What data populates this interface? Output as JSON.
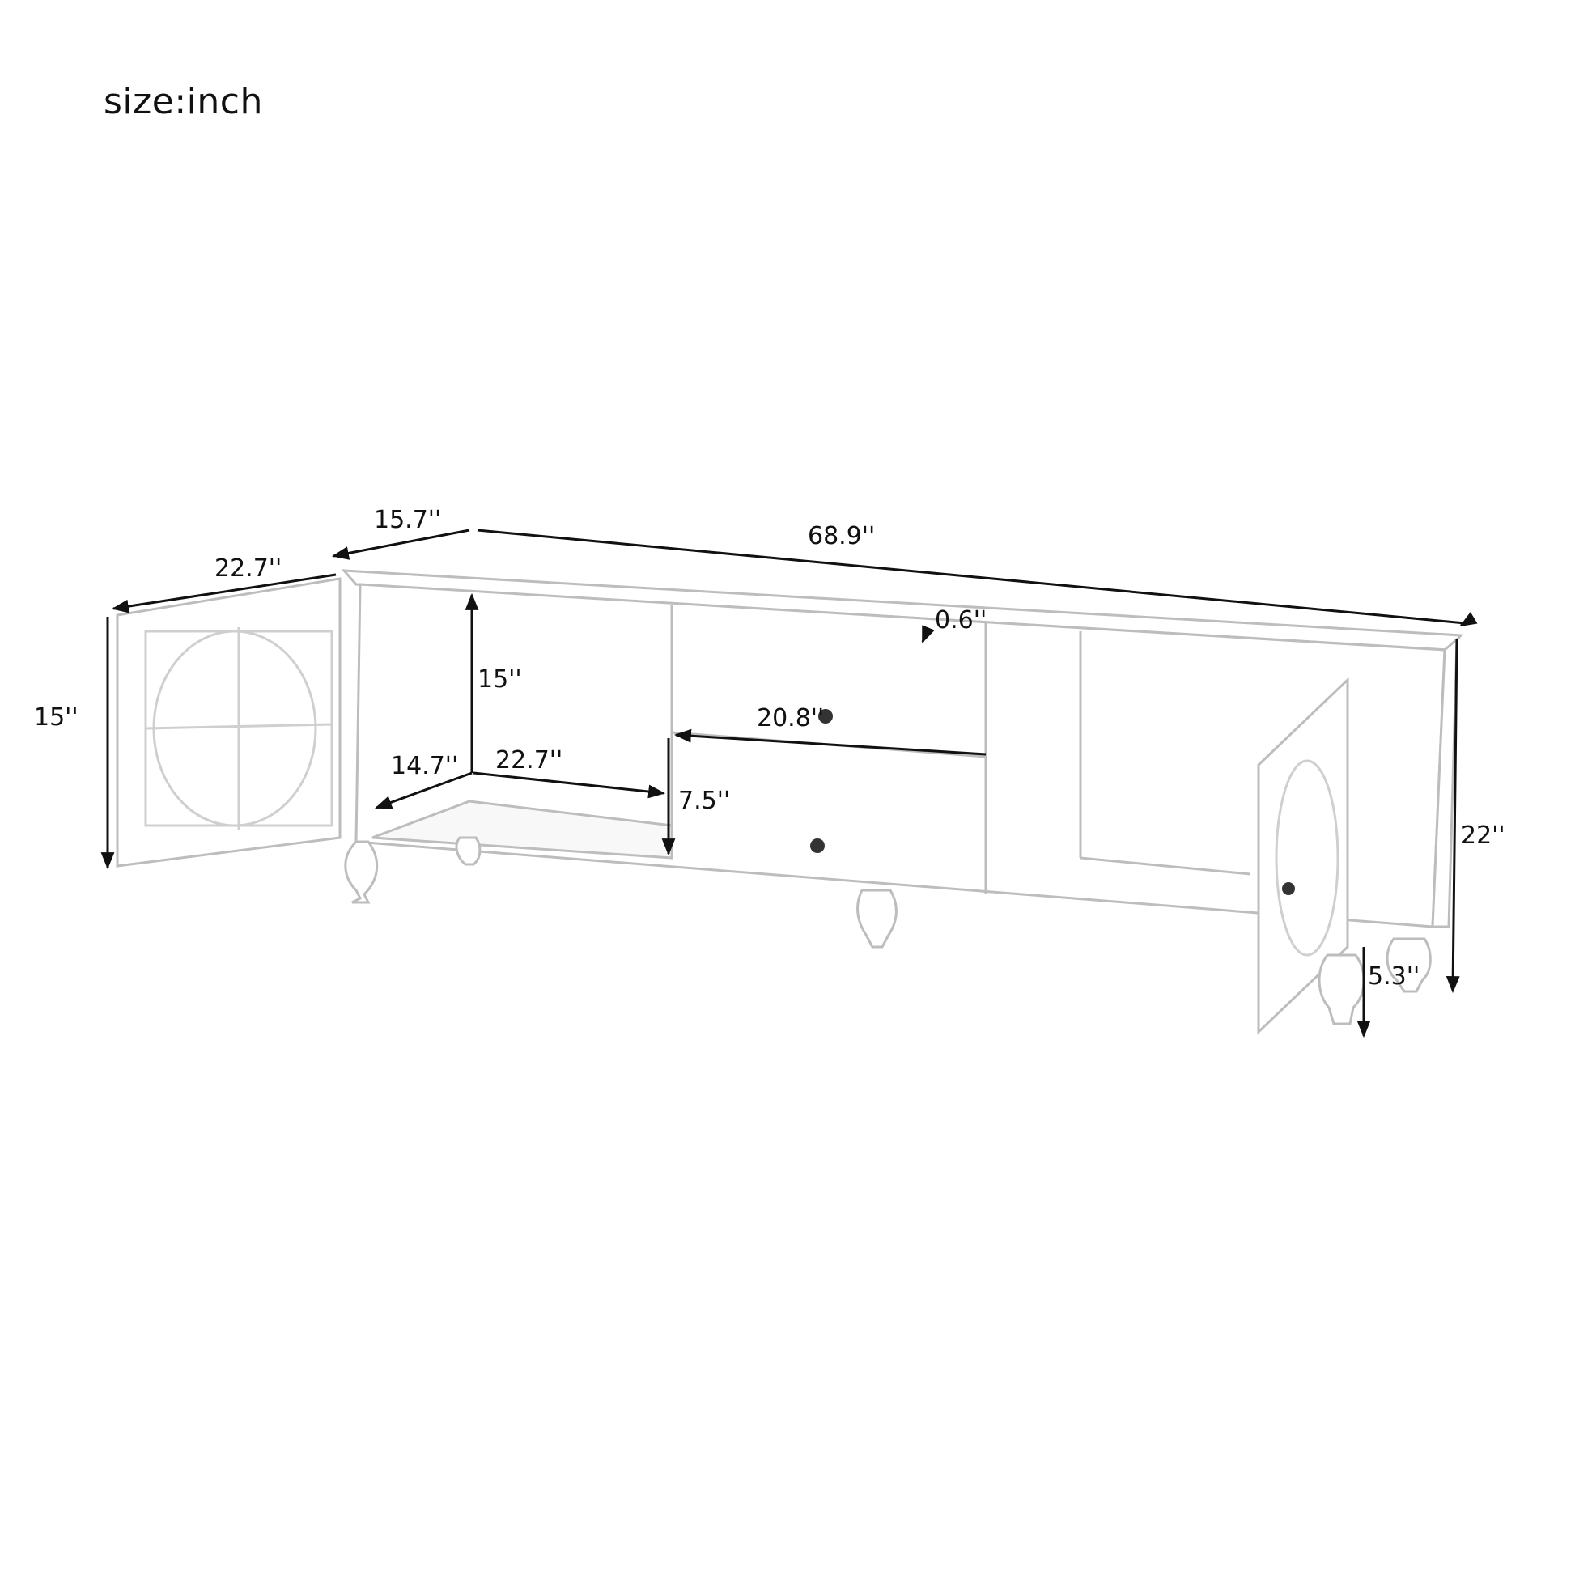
{
  "title": "size:inch",
  "product": {
    "type": "TV stand cabinet",
    "features": [
      "two louvered side doors with circular rattan-style pattern",
      "two center drawers with round knobs",
      "open shelf compartments",
      "turned bun legs"
    ]
  },
  "dimensions": {
    "depth_top": "15.7''",
    "door_width": "22.7''",
    "overall_width": "68.9''",
    "top_thickness": "0.6''",
    "door_height": "15''",
    "interior_height": "15''",
    "drawer_width": "20.8''",
    "interior_depth": "14.7''",
    "interior_width": "22.7''",
    "drawer_height": "7.5''",
    "overall_height": "22''",
    "leg_height": "5.3''"
  },
  "colors": {
    "background": "#ffffff",
    "line": "#111111",
    "furniture_outline": "#bdbdbd"
  }
}
